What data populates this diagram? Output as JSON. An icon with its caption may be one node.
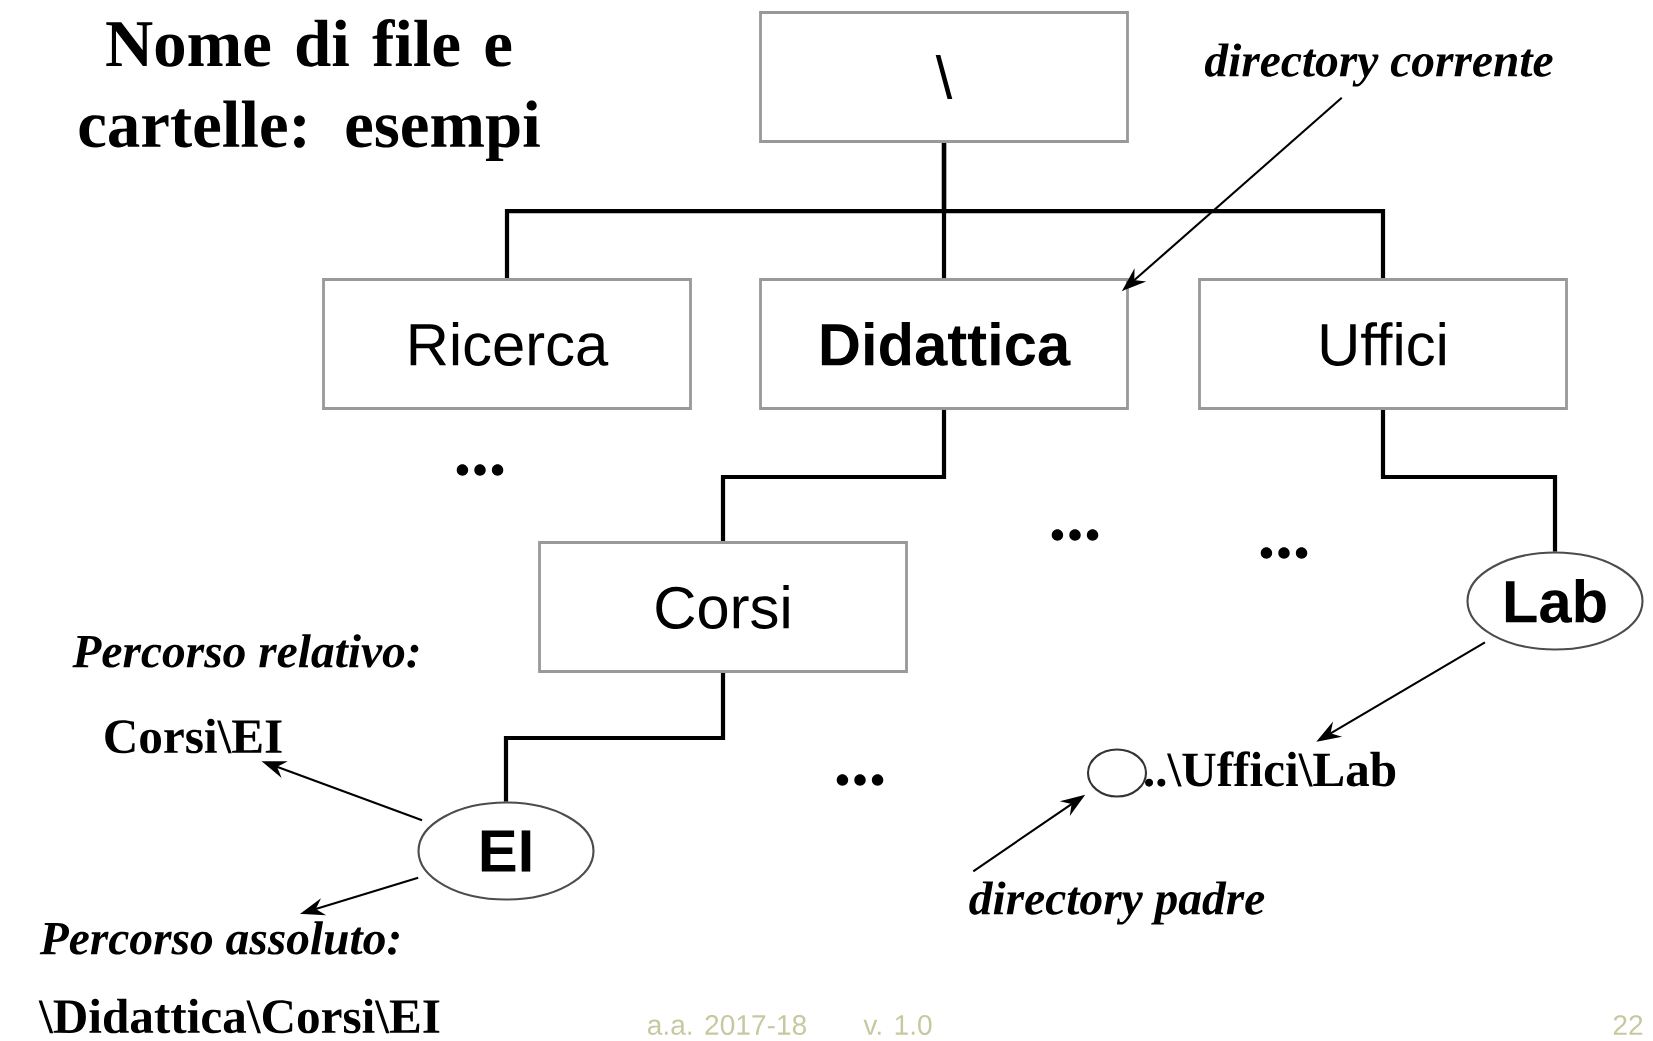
{
  "diagram": {
    "title": "Nome di file e cartelle: esempi",
    "nodes": [
      {
        "text": [
          "\\"
        ]
      },
      {
        "text": [
          "Ricerca"
        ]
      },
      {
        "text": [
          "Didattica"
        ]
      },
      {
        "text": [
          "Uffici"
        ]
      },
      {
        "text": [
          "Corsi"
        ]
      },
      {
        "text": [
          "EI"
        ]
      },
      {
        "text": [
          "Lab"
        ]
      },
      {
        "text": [
          "directory corrente"
        ]
      },
      {
        "text": [
          "Corsi\\EI"
        ]
      },
      {
        "text": [
          "Percorso assoluto:"
        ]
      },
      {
        "text": [
          "..\\Uffici\\Lab"
        ]
      },
      {
        "text": [],
        "shape": "circle"
      },
      {
        "text": [
          "directory padre"
        ]
      }
    ],
    "edges": [
      {
        "from": 0,
        "to": 1,
        "arrow": "none"
      },
      {
        "from": 0,
        "to": 2,
        "arrow": "none"
      },
      {
        "from": 0,
        "to": 3,
        "arrow": "none"
      },
      {
        "from": 2,
        "to": 4,
        "arrow": "none"
      },
      {
        "from": 3,
        "to": 6,
        "arrow": "none"
      },
      {
        "from": 4,
        "to": 5,
        "arrow": "none"
      },
      {
        "from": 7,
        "to": 2,
        "arrow": "to"
      },
      {
        "from": 5,
        "to": 8,
        "arrow": "to"
      },
      {
        "from": 5,
        "to": 9,
        "arrow": "to"
      },
      {
        "from": 6,
        "to": 10,
        "arrow": "to"
      },
      {
        "from": 12,
        "to": 11,
        "arrow": "to"
      }
    ],
    "labels": [
      "...",
      "...",
      "...",
      "Percorso relativo:",
      "...",
      "\\Didattica\\Corsi\\EI",
      "a.a. 2017-18",
      "v. 1.0",
      "22"
    ]
  }
}
